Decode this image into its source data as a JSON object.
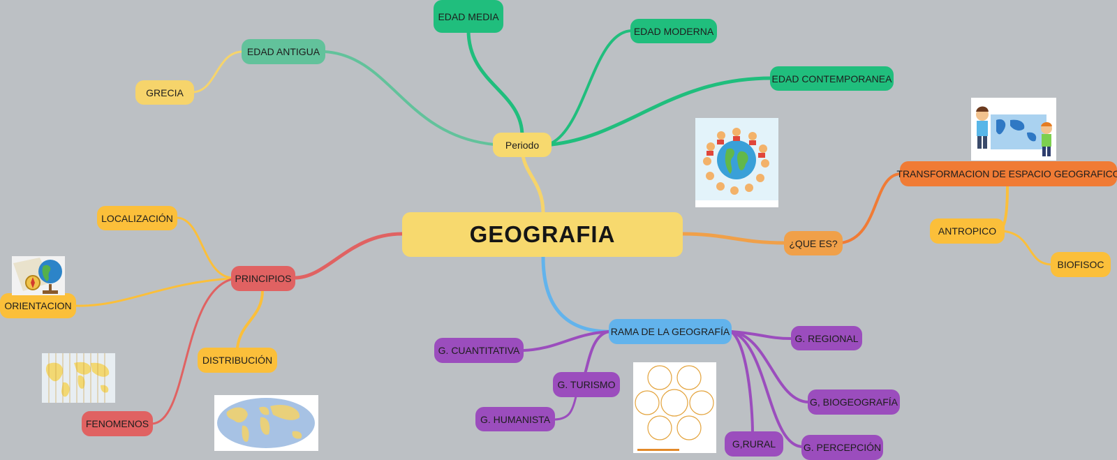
{
  "colors": {
    "background": "#bcc0c4",
    "root": "#f7d96e",
    "periodo": "#f7d96e",
    "green": "#20be7d",
    "green_light": "#62c29b",
    "yellow": "#f6d46b",
    "orange_amber": "#fbbf3a",
    "red": "#e06262",
    "orange": "#f07b35",
    "orange_light": "#f0a049",
    "blue": "#62b3ec",
    "purple": "#9b4dbd"
  },
  "mindmap": {
    "root": "GEOGRAFIA",
    "periodo": {
      "label": "Periodo",
      "children": [
        "EDAD MEDIA",
        "EDAD MODERNA",
        "EDAD CONTEMPORANEA",
        "EDAD ANTIGUA"
      ],
      "antigua_child": "GRECIA"
    },
    "que_es": {
      "label": "¿QUE ES?",
      "child": "TRANSFORMACION DE ESPACIO GEOGRAFICO",
      "grandchild": "ANTROPICO",
      "great_grandchild": "BIOFISOC"
    },
    "principios": {
      "label": "PRINCIPIOS",
      "children": [
        "LOCALIZACIÓN",
        "ORIENTACION",
        "DISTRIBUCIÓN",
        "FENOMENOS"
      ]
    },
    "rama": {
      "label": "RAMA DE LA GEOGRAFÍA",
      "children": [
        "G. CUANTITATIVA",
        "G. TURISMO",
        "G. HUMANISTA",
        "G. REGIONAL",
        "G, BIOGEOGRAFÍA",
        "G,RURAL",
        "G. PERCEPCIÓN"
      ]
    },
    "images": {
      "kids_earth": "children-around-globe-illustration",
      "kids_map": "kids-with-world-map-illustration",
      "compass_globe": "compass-globe-icon",
      "time_zones": "time-zone-world-map",
      "world_map": "world-map",
      "venn": "geography-venn-circles-diagram"
    }
  }
}
